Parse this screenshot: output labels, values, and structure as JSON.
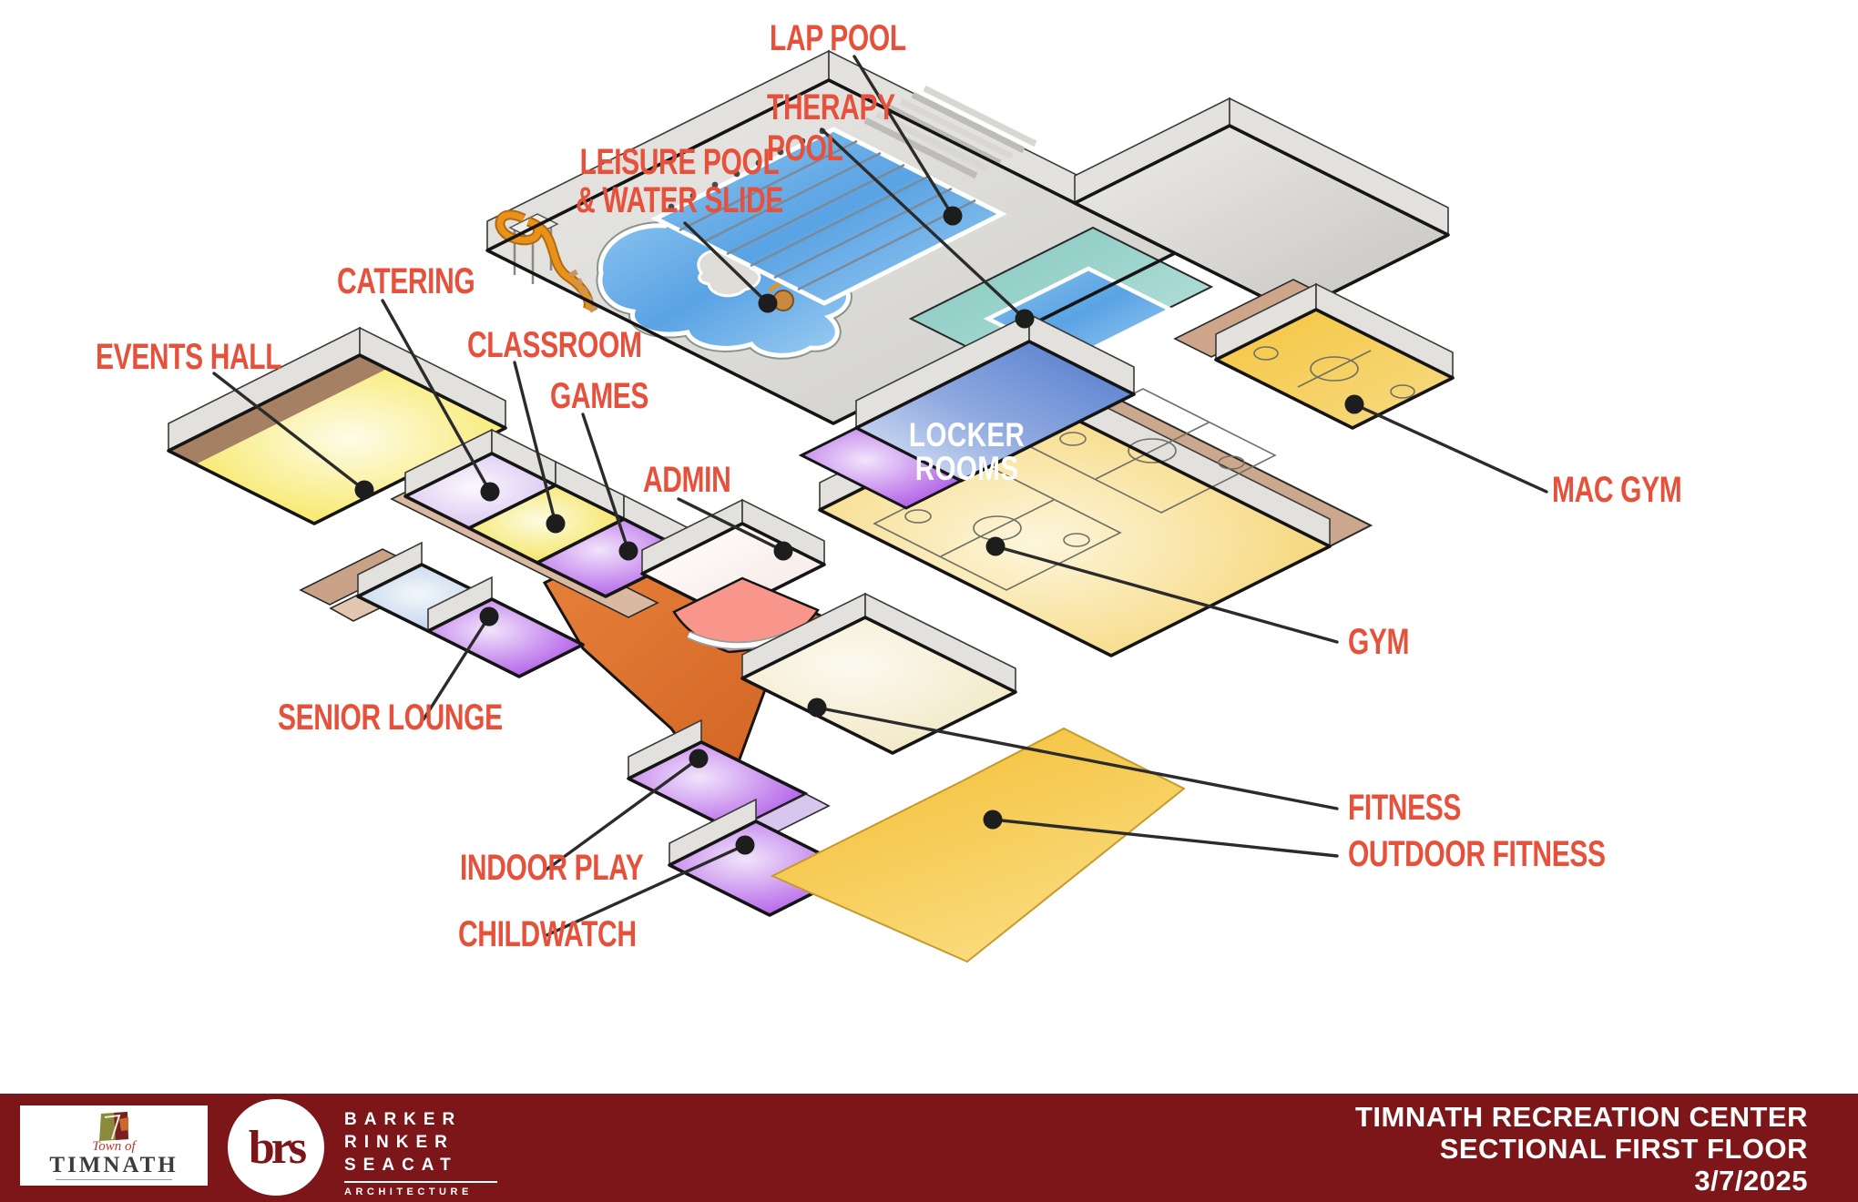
{
  "labels": {
    "lap": "LAP POOL",
    "therapy1": "THERAPY",
    "therapy2": "POOL",
    "leisure1": "LEISURE POOL",
    "leisure2": "& WATER SLIDE",
    "events": "EVENTS HALL",
    "catering": "CATERING",
    "classroom": "CLASSROOM",
    "games": "GAMES",
    "admin": "ADMIN",
    "senior": "SENIOR LOUNGE",
    "indoor": "INDOOR PLAY",
    "child": "CHILDWATCH",
    "macgym": "MAC GYM",
    "gym": "GYM",
    "fitness": "FITNESS",
    "outdoor": "OUTDOOR FITNESS",
    "locker1": "LOCKER",
    "locker2": "ROOMS"
  },
  "footer": {
    "title1": "TIMNATH RECREATION CENTER",
    "title2": "SECTIONAL FIRST FLOOR",
    "date": "3/7/2025",
    "town_script": "Town of",
    "town_name": "TIMNATH",
    "brs_initials": "brs",
    "brs1": "BARKER",
    "brs2": "RINKER",
    "brs3": "SEACAT",
    "brs4": "ARCHITECTURE"
  },
  "colors": {
    "label_red": "#E6513C",
    "bar_maroon": "#7D1619",
    "pool_blue": "#5FA8E8",
    "therapy_teal": "#9CD3CB",
    "locker_blue": "#4E79CC",
    "gym_yellow": "#F2C74E",
    "outdoor_gold": "#F5C238",
    "room_purple": "#A33FE3",
    "lobby_orange": "#D96C28",
    "reception_pink": "#F9968C"
  }
}
